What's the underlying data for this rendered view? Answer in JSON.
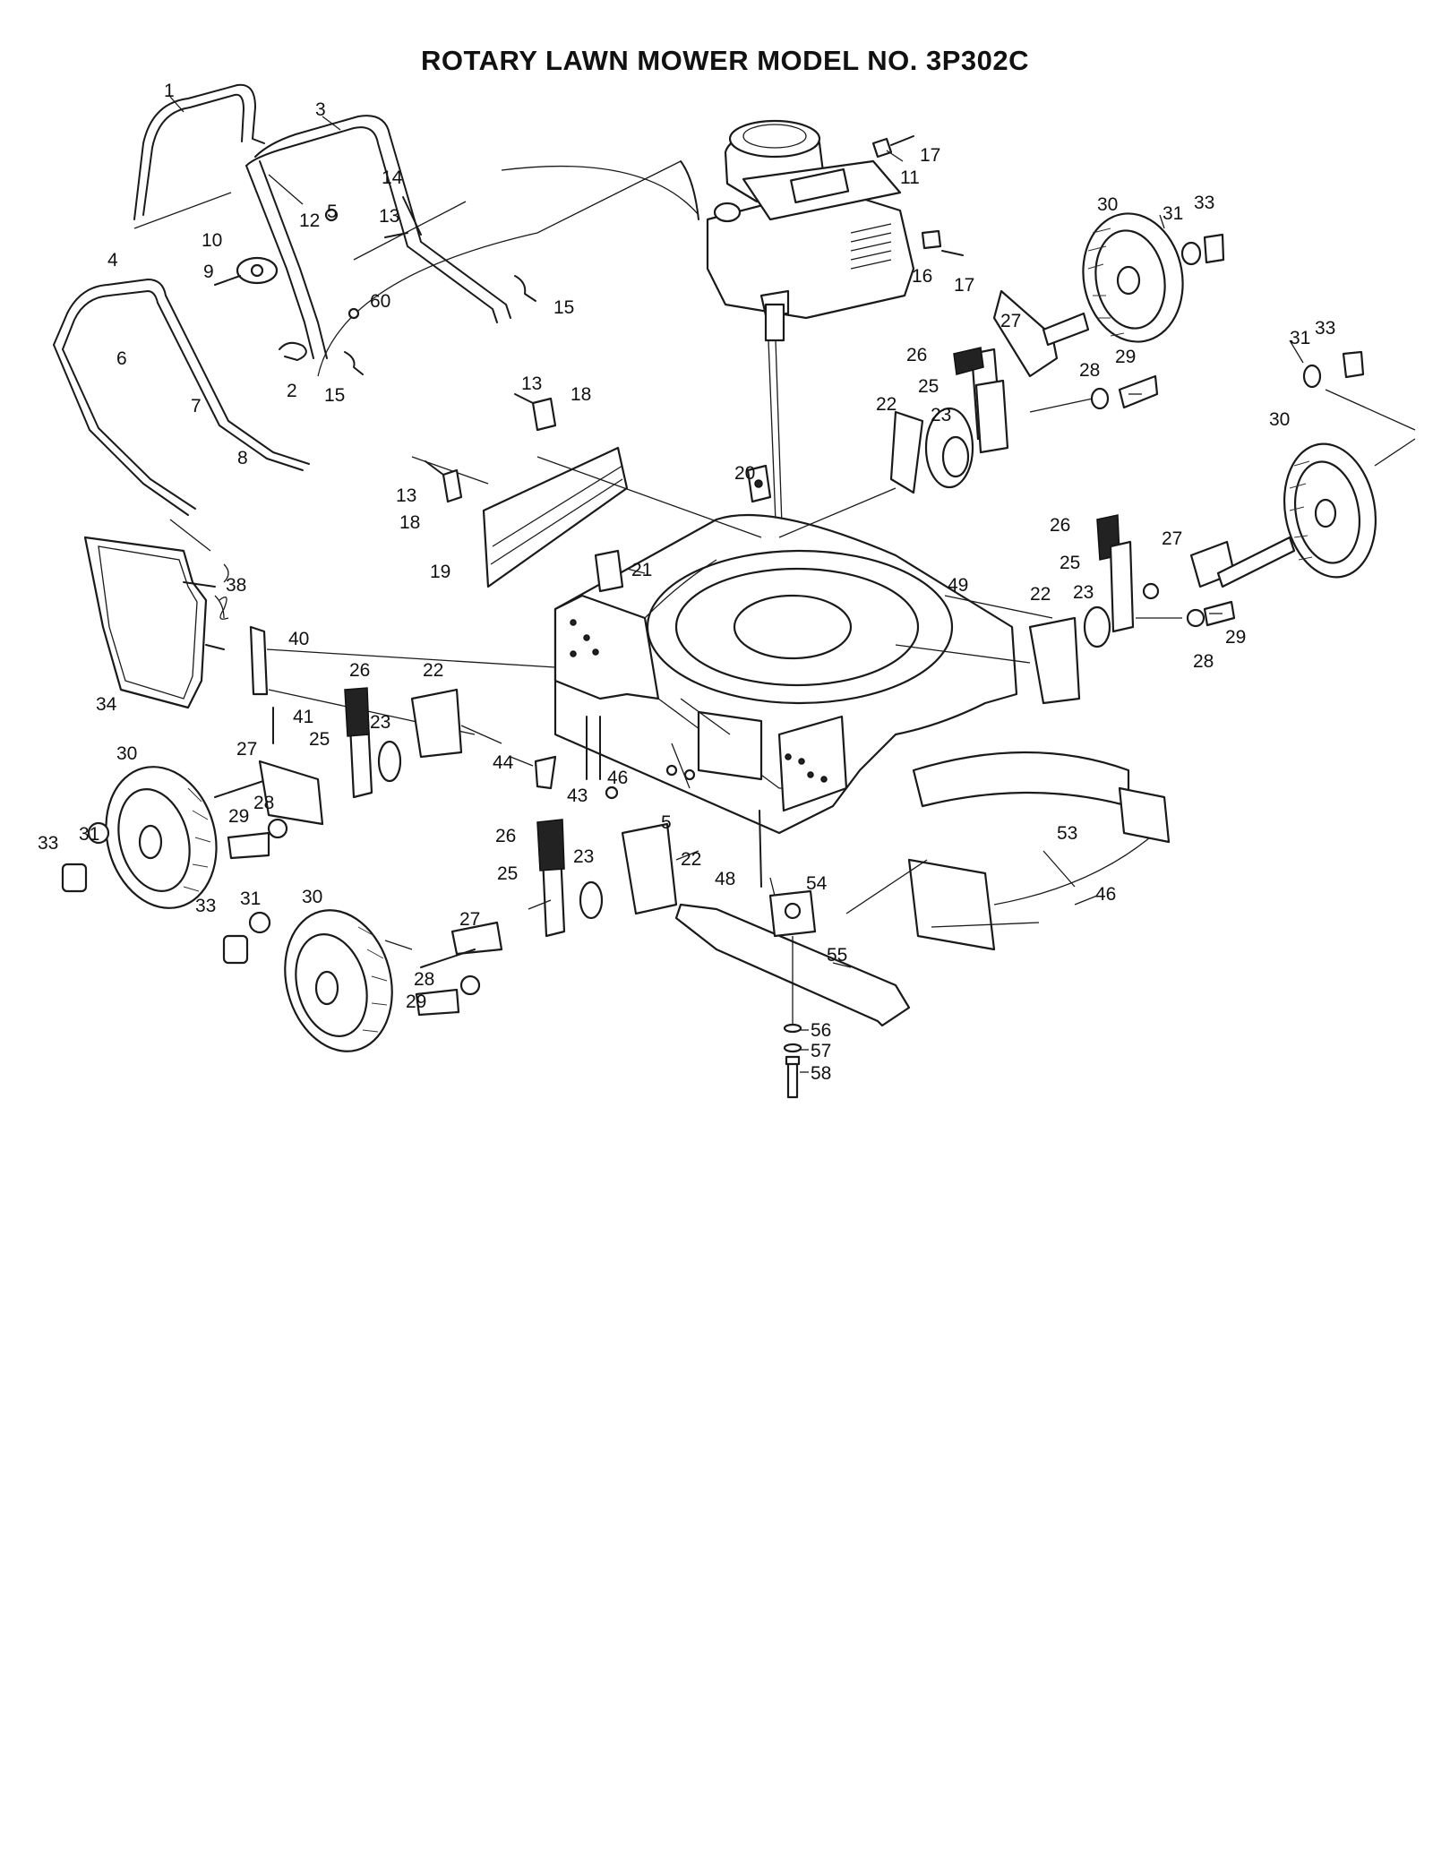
{
  "title": "ROTARY LAWN MOWER MODEL NO.  3P302C",
  "labels": [
    {
      "id": "l1",
      "text": "1"
    },
    {
      "id": "l3",
      "text": "3"
    },
    {
      "id": "l17a",
      "text": "17"
    },
    {
      "id": "l11",
      "text": "11"
    },
    {
      "id": "l14",
      "text": "14"
    },
    {
      "id": "l10",
      "text": "10"
    },
    {
      "id": "l12",
      "text": "12"
    },
    {
      "id": "l5a",
      "text": "5"
    },
    {
      "id": "l13a",
      "text": "13"
    },
    {
      "id": "l30a",
      "text": "30"
    },
    {
      "id": "l31a",
      "text": "31"
    },
    {
      "id": "l33a",
      "text": "33"
    },
    {
      "id": "l9",
      "text": "9"
    },
    {
      "id": "l16",
      "text": "16"
    },
    {
      "id": "l17b",
      "text": "17"
    },
    {
      "id": "l4",
      "text": "4"
    },
    {
      "id": "l60",
      "text": "60"
    },
    {
      "id": "l15a",
      "text": "15"
    },
    {
      "id": "l6",
      "text": "6"
    },
    {
      "id": "l27a",
      "text": "27"
    },
    {
      "id": "l2",
      "text": "2"
    },
    {
      "id": "l15b",
      "text": "15"
    },
    {
      "id": "l26a",
      "text": "26"
    },
    {
      "id": "l31b",
      "text": "31"
    },
    {
      "id": "l33b",
      "text": "33"
    },
    {
      "id": "l13b",
      "text": "13"
    },
    {
      "id": "l18a",
      "text": "18"
    },
    {
      "id": "l28a",
      "text": "28"
    },
    {
      "id": "l29a",
      "text": "29"
    },
    {
      "id": "l25a",
      "text": "25"
    },
    {
      "id": "l7",
      "text": "7"
    },
    {
      "id": "l22a",
      "text": "22"
    },
    {
      "id": "l23a",
      "text": "23"
    },
    {
      "id": "l30b",
      "text": "30"
    },
    {
      "id": "l8",
      "text": "8"
    },
    {
      "id": "l20",
      "text": "20"
    },
    {
      "id": "l13c",
      "text": "13"
    },
    {
      "id": "l18b",
      "text": "18"
    },
    {
      "id": "l26b",
      "text": "26"
    },
    {
      "id": "l27b",
      "text": "27"
    },
    {
      "id": "l25b",
      "text": "25"
    },
    {
      "id": "l21",
      "text": "21"
    },
    {
      "id": "l19",
      "text": "19"
    },
    {
      "id": "l49",
      "text": "49"
    },
    {
      "id": "l38",
      "text": "38"
    },
    {
      "id": "l22b",
      "text": "22"
    },
    {
      "id": "l23b",
      "text": "23"
    },
    {
      "id": "l29b",
      "text": "29"
    },
    {
      "id": "l28b",
      "text": "28"
    },
    {
      "id": "l40",
      "text": "40"
    },
    {
      "id": "l26c",
      "text": "26"
    },
    {
      "id": "l22c",
      "text": "22"
    },
    {
      "id": "l34",
      "text": "34"
    },
    {
      "id": "l41",
      "text": "41"
    },
    {
      "id": "l25c",
      "text": "25"
    },
    {
      "id": "l23c",
      "text": "23"
    },
    {
      "id": "l44",
      "text": "44"
    },
    {
      "id": "l30c",
      "text": "30"
    },
    {
      "id": "l27c",
      "text": "27"
    },
    {
      "id": "l46a",
      "text": "46"
    },
    {
      "id": "l43",
      "text": "43"
    },
    {
      "id": "l28c",
      "text": "28"
    },
    {
      "id": "l5b",
      "text": "5"
    },
    {
      "id": "l53",
      "text": "53"
    },
    {
      "id": "l33c",
      "text": "33"
    },
    {
      "id": "l31c",
      "text": "31"
    },
    {
      "id": "l29c",
      "text": "29"
    },
    {
      "id": "l26d",
      "text": "26"
    },
    {
      "id": "l23d",
      "text": "23"
    },
    {
      "id": "l22d",
      "text": "22"
    },
    {
      "id": "l25d",
      "text": "25"
    },
    {
      "id": "l48",
      "text": "48"
    },
    {
      "id": "l54",
      "text": "54"
    },
    {
      "id": "l46b",
      "text": "46"
    },
    {
      "id": "l33d",
      "text": "33"
    },
    {
      "id": "l31d",
      "text": "31"
    },
    {
      "id": "l30d",
      "text": "30"
    },
    {
      "id": "l27d",
      "text": "27"
    },
    {
      "id": "l55",
      "text": "55"
    },
    {
      "id": "l28d",
      "text": "28"
    },
    {
      "id": "l29d",
      "text": "29"
    },
    {
      "id": "l56",
      "text": "56"
    },
    {
      "id": "l57",
      "text": "57"
    },
    {
      "id": "l58",
      "text": "58"
    }
  ]
}
